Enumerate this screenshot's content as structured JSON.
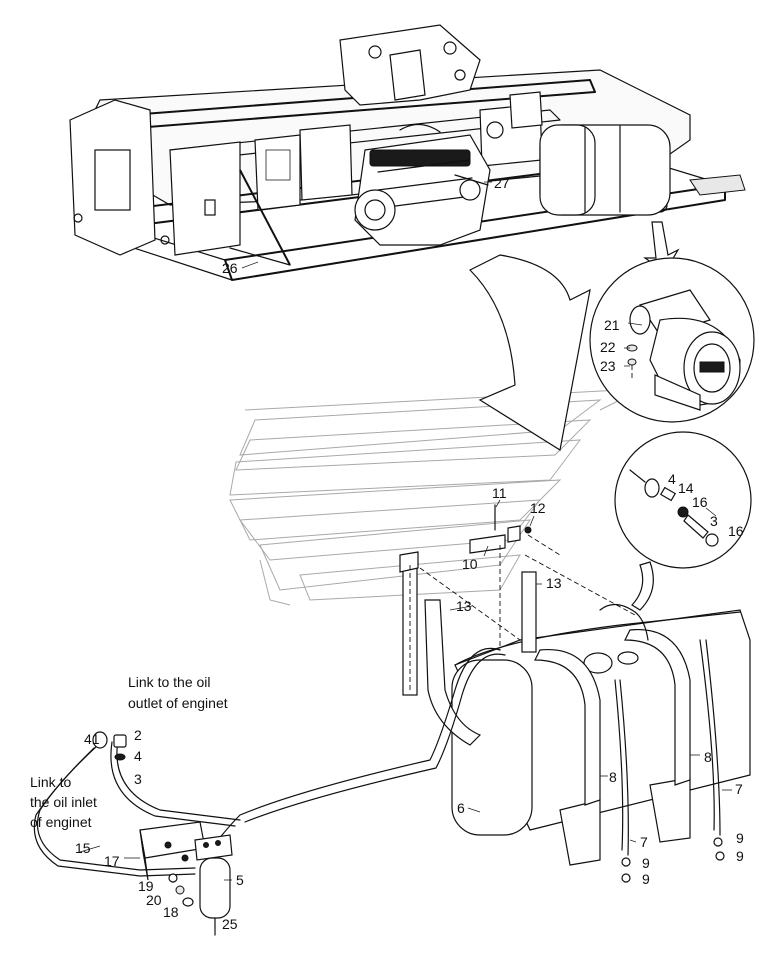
{
  "labels": {
    "l27": "27",
    "l26": "26",
    "l21": "21",
    "l22": "22",
    "l23": "23",
    "l4b": "4",
    "l14": "14",
    "l16a": "16",
    "l3b": "3",
    "l16b": "16",
    "l11": "11",
    "l12": "12",
    "l10": "10",
    "l13a": "13",
    "l13b": "13",
    "l8a": "8",
    "l8b": "8",
    "l6": "6",
    "l7a": "7",
    "l7b": "7",
    "l9a": "9",
    "l9b": "9",
    "l9c": "9",
    "l9d": "9",
    "l41": "41",
    "l2": "2",
    "l4": "4",
    "l3": "3",
    "l15": "15",
    "l17": "17",
    "l5": "5",
    "l19": "19",
    "l20": "20",
    "l18": "18",
    "l25": "25"
  },
  "notes": {
    "outlet_line1": "Link to the oil",
    "outlet_line2": "outlet of enginet",
    "inlet_line1": "Link to",
    "inlet_line2": "the oil inlet",
    "inlet_line3": "of enginet"
  }
}
